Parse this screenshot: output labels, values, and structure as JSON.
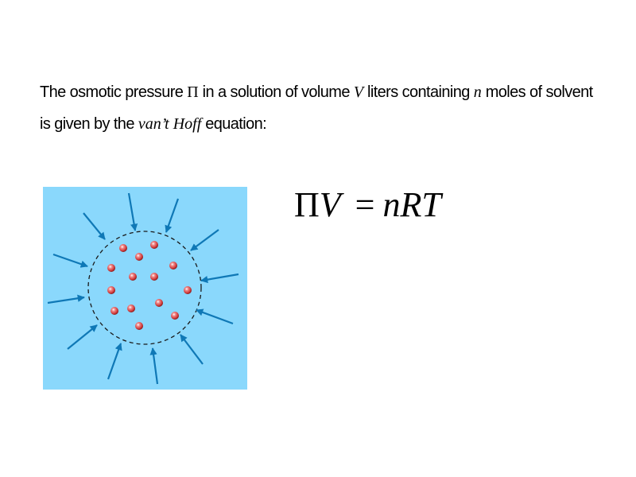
{
  "paragraph": {
    "line1": {
      "part1": "The osmotic pressure ",
      "pi_symbol": "Π",
      "part2": " in a solution of volume ",
      "v_symbol": "V",
      "part3": " liters containing ",
      "n_symbol": "n",
      "part4": " moles of solvent"
    },
    "line2": {
      "part1": "is given by the ",
      "vant_hoff": "van’t Hoff",
      "part2": " equation:"
    }
  },
  "equation": {
    "pi": "Π",
    "v": "V",
    "equals": "=",
    "rhs": "nRT"
  },
  "figure": {
    "description": "Solute particles inside a dashed membrane with arrows showing pressure pushing inward",
    "colors": {
      "background": "#8ad8fc",
      "arrow": "#0f78b6",
      "particle": "#d23c3c",
      "membrane": "#1a1a1a"
    }
  }
}
